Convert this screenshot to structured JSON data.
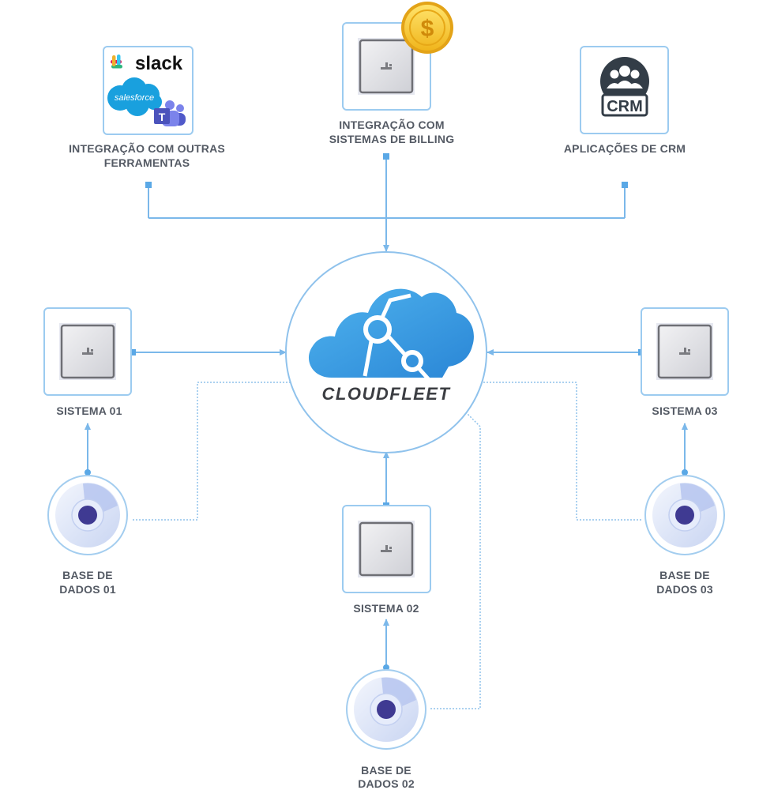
{
  "brand": {
    "name": "CLOUDFLEET",
    "accent": "#3a9ee4",
    "line_color": "#7bb8ea"
  },
  "integrations": {
    "tools": {
      "label_line1": "INTEGRAÇÃO COM OUTRAS",
      "label_line2": "FERRAMENTAS",
      "icons": [
        "slack-logo",
        "salesforce-logo",
        "teams-logo"
      ],
      "slack_text": "slack",
      "salesforce_text": "salesforce"
    },
    "billing": {
      "label_line1": "INTEGRAÇÃO COM",
      "label_line2": "SISTEMAS DE BILLING",
      "coin_symbol": "$"
    },
    "crm": {
      "label": "APLICAÇÕES DE CRM",
      "icon_text": "CRM"
    }
  },
  "systems": {
    "s1": {
      "label": "SISTEMA 01"
    },
    "s2": {
      "label": "SISTEMA 02"
    },
    "s3": {
      "label": "SISTEMA 03"
    }
  },
  "databases": {
    "d1": {
      "label_line1": "BASE DE",
      "label_line2": "DADOS 01"
    },
    "d2": {
      "label_line1": "BASE DE",
      "label_line2": "DADOS 02"
    },
    "d3": {
      "label_line1": "BASE DE",
      "label_line2": "DADOS 03"
    }
  }
}
